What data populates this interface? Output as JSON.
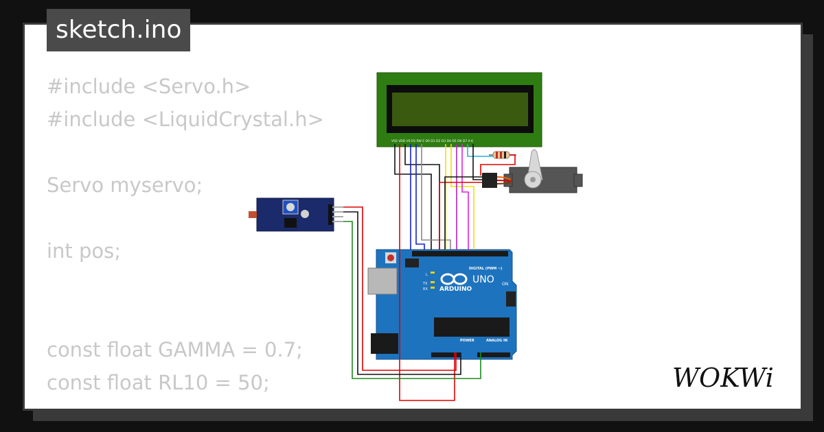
{
  "header": {
    "filename": "sketch.ino"
  },
  "code": {
    "lines": [
      "#include <Servo.h>",
      "#include <LiquidCrystal.h>",
      "",
      "Servo myservo;",
      "",
      "int pos;",
      "",
      "",
      "const float GAMMA = 0.7;",
      "const float RL10 = 50;"
    ]
  },
  "brand": {
    "logo_text": "WOKWi"
  },
  "board": {
    "brand_label": "ARDUINO",
    "model_label": "UNO",
    "digital_header_label": "DIGITAL (PWM ~)",
    "power_label": "POWER",
    "analog_label": "ANALOG IN",
    "on_label": "ON",
    "led_labels": [
      "L",
      "TX",
      "RX"
    ]
  },
  "lcd": {
    "pin_labels": "VSS VDD V0 RS RW E D0 D1 D2 D3 D4 D5 D6 D7 A K"
  },
  "colors": {
    "wire_red": "#e00000",
    "wire_black": "#111111",
    "wire_blue": "#1020d0",
    "wire_gray": "#888888",
    "wire_yellow": "#f0e000",
    "wire_purple": "#b020c0",
    "wire_magenta": "#e020e0",
    "wire_green": "#1a8a1a",
    "wire_cyan": "#20b0e0",
    "board_blue": "#1e73be",
    "lcd_green": "#2f7d12",
    "lcd_screen": "#3a5a10"
  }
}
